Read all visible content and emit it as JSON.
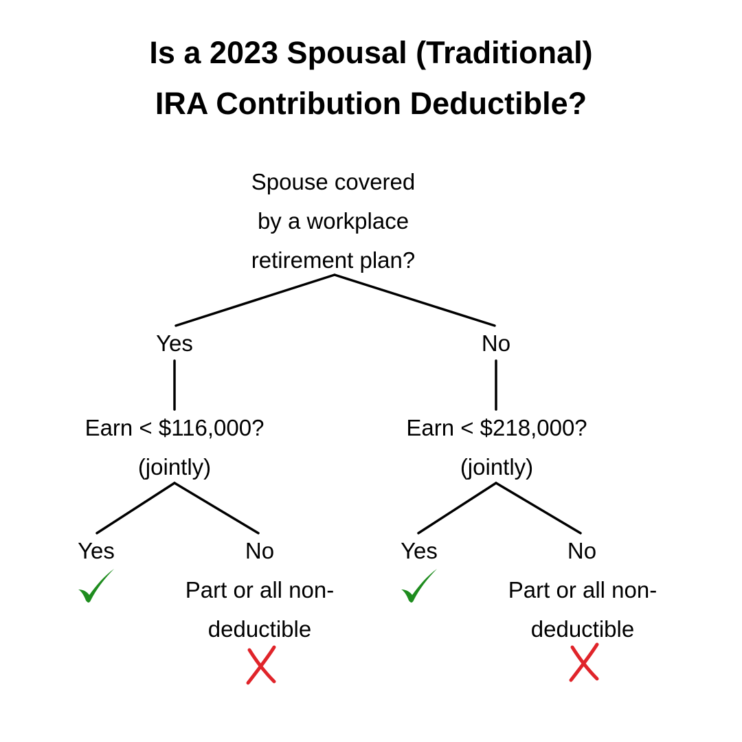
{
  "title": {
    "line1": "Is a 2023 Spousal (Traditional)",
    "line2": "IRA Contribution Deductible?"
  },
  "root": {
    "line1": "Spouse covered",
    "line2": "by a workplace",
    "line3": "retirement plan?"
  },
  "left": {
    "answer": "Yes",
    "question_line1": "Earn < $116,000?",
    "question_line2": "(jointly)",
    "yes": {
      "label": "Yes",
      "icon": "check-icon"
    },
    "no": {
      "label": "No",
      "result_line1": "Part or all non-",
      "result_line2": "deductible",
      "icon": "x-icon"
    }
  },
  "right": {
    "answer": "No",
    "question_line1": "Earn < $218,000?",
    "question_line2": "(jointly)",
    "yes": {
      "label": "Yes",
      "icon": "check-icon"
    },
    "no": {
      "label": "No",
      "result_line1": "Part or all non-",
      "result_line2": "deductible",
      "icon": "x-icon"
    }
  },
  "colors": {
    "check": "#1e8c1e",
    "cross": "#e0242a",
    "line": "#000000"
  }
}
